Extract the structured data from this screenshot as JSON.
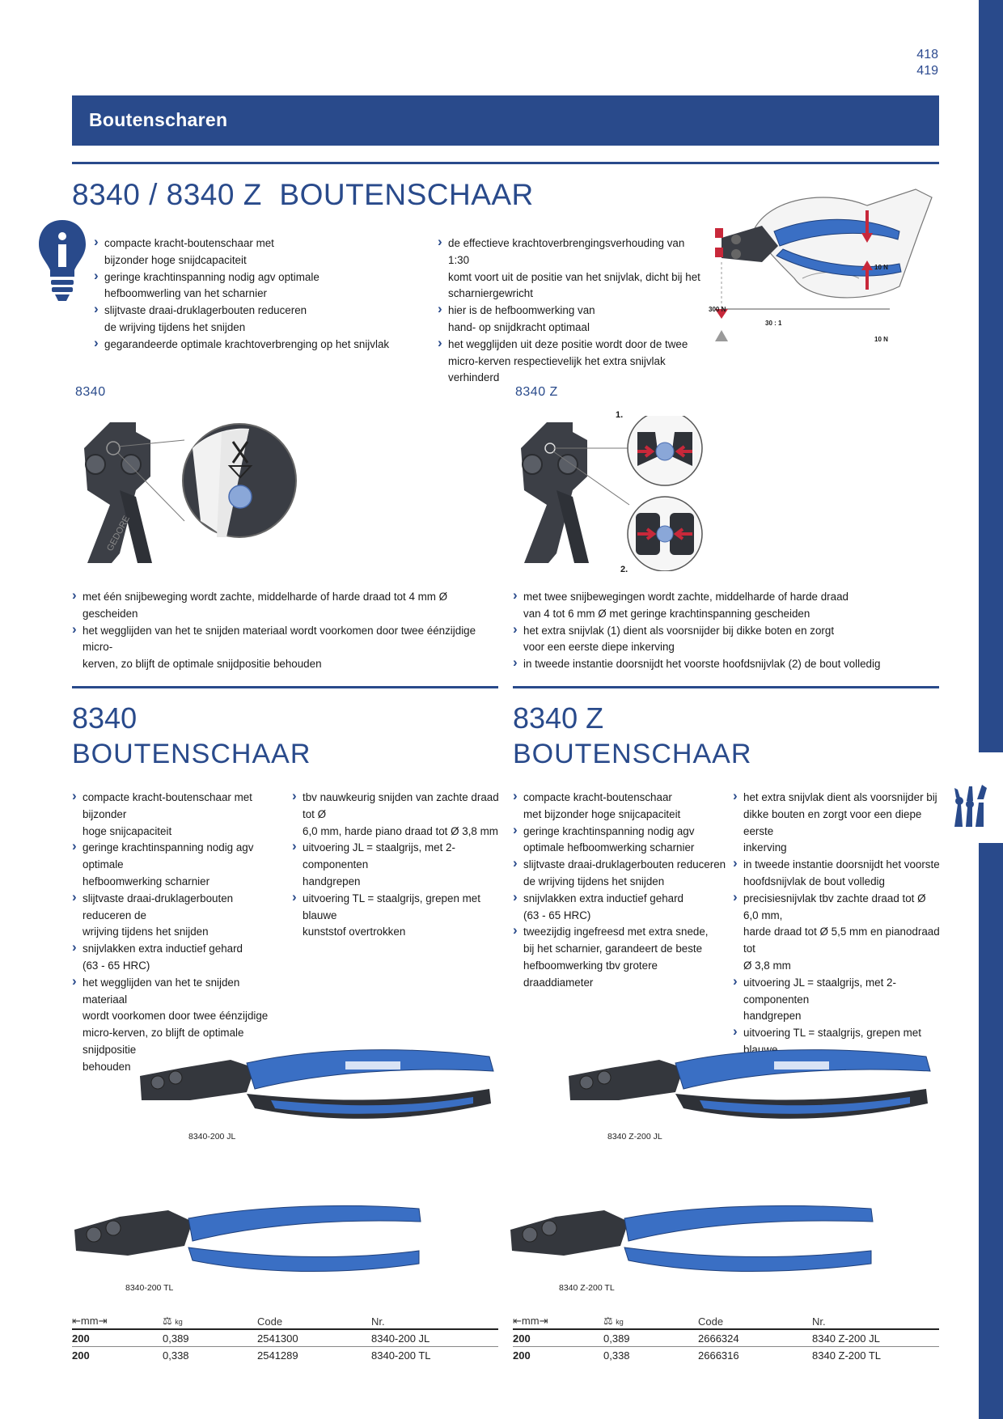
{
  "page_numbers": [
    "418",
    "419"
  ],
  "header": {
    "title": "Boutenscharen"
  },
  "main_title": "8340 / 8340 Z  BOUTENSCHAAR",
  "intro_left": [
    "compacte kracht-boutenschaar met\nbijzonder hoge snijdcapaciteit",
    "geringe krachtinspanning nodig agv optimale\nhefboomwerling van het scharnier",
    "slijtvaste draai-druklagerbouten reduceren\nde wrijving tijdens het snijden",
    "gegarandeerde optimale krachtoverbrenging op het snijvlak"
  ],
  "intro_right": [
    "de effectieve krachtoverbrengingsverhouding van 1:30\nkomt voort uit de positie van het snijvlak, dicht bij het\nscharniergewricht",
    "hier is de hefboomwerking van\nhand- op snijdkracht optimaal",
    "het wegglijden uit deze positie wordt door de twee\nmicro-kerven respectievelijk het extra snijvlak verhinderd"
  ],
  "force_diagram": {
    "force_top": "10 N",
    "force_cut": "300 N",
    "ratio": "30 : 1",
    "force_bottom": "10 N"
  },
  "detail_left": {
    "label": "8340",
    "brand_mark": "GEDORE",
    "bullets": [
      "met één snijbeweging wordt zachte, middelharde of harde draad tot 4 mm Ø gescheiden",
      "het wegglijden van het te snijden materiaal wordt voorkomen door twee éénzijdige micro-\nkerven, zo blijft de optimale snijdpositie behouden"
    ]
  },
  "detail_right": {
    "label": "8340 Z",
    "step1": "1.",
    "step2": "2.",
    "bullets": [
      "met twee snijbewegingen wordt zachte, middelharde of harde draad\nvan 4 tot 6 mm Ø met geringe krachtinspanning gescheiden",
      "het extra snijvlak (1) dient als voorsnijder bij dikke boten en zorgt\nvoor een eerste diepe inkerving",
      "in tweede instantie doorsnijdt het voorste hoofdsnijvlak (2) de bout volledig"
    ]
  },
  "product_left": {
    "number": "8340",
    "name": "BOUTENSCHAAR",
    "col1": [
      "compacte kracht-boutenschaar met bijzonder\nhoge snijcapaciteit",
      "geringe krachtinspanning nodig agv optimale\nhefboomwerking scharnier",
      "slijtvaste draai-druklagerbouten reduceren de\nwrijving tijdens het snijden",
      "snijvlakken extra inductief gehard\n(63 - 65 HRC)",
      "het wegglijden van het te snijden materiaal\nwordt voorkomen door twee éénzijdige\nmicro-kerven, zo blijft de optimale snijdpositie\nbehouden"
    ],
    "col2": [
      "tbv nauwkeurig snijden van zachte draad tot Ø\n6,0 mm, harde piano draad tot Ø 3,8 mm",
      "uitvoering JL = staalgrijs, met 2-componenten\nhandgrepen",
      "uitvoering TL = staalgrijs, grepen met blauwe\nkunststof overtrokken"
    ],
    "img1_caption": "8340-200 JL",
    "img2_caption": "8340-200 TL",
    "table": {
      "headers": [
        "mm",
        "kg",
        "Code",
        "Nr."
      ],
      "rows": [
        [
          "200",
          "0,389",
          "2541300",
          "8340-200 JL"
        ],
        [
          "200",
          "0,338",
          "2541289",
          "8340-200 TL"
        ]
      ]
    }
  },
  "product_right": {
    "number": "8340 Z",
    "name": "BOUTENSCHAAR",
    "col1": [
      "compacte kracht-boutenschaar\nmet bijzonder hoge snijcapaciteit",
      "geringe krachtinspanning nodig agv\noptimale hefboomwerking scharnier",
      "slijtvaste draai-druklagerbouten reduceren\nde wrijving tijdens het snijden",
      "snijvlakken extra inductief gehard\n(63 - 65 HRC)",
      "tweezijdig ingefreesd met extra snede,\nbij het scharnier, garandeert de beste\nhefboomwerking tbv grotere draaddiameter"
    ],
    "col2": [
      "het extra snijvlak dient als voorsnijder bij\ndikke bouten en zorgt voor een diepe eerste\ninkerving",
      "in tweede instantie doorsnijdt het voorste\nhoofdsnijvlak de bout volledig",
      "precisiesnijvlak tbv zachte draad tot Ø 6,0 mm,\nharde draad tot Ø 5,5 mm en pianodraad tot\nØ 3,8 mm",
      "uitvoering JL = staalgrijs, met 2-componenten\nhandgrepen",
      "uitvoering TL = staalgrijs, grepen met blauwe\nkunststof overtrokken"
    ],
    "img1_caption": "8340 Z-200 JL",
    "img2_caption": "8340 Z-200 TL",
    "table": {
      "headers": [
        "mm",
        "kg",
        "Code",
        "Nr."
      ],
      "rows": [
        [
          "200",
          "0,389",
          "2666324",
          "8340 Z-200 JL"
        ],
        [
          "200",
          "0,338",
          "2666316",
          "8340 Z-200 TL"
        ]
      ]
    }
  },
  "colors": {
    "brand_blue": "#294a8b",
    "handle_blue": "#3a6fc4",
    "arrow_red": "#c8283a"
  }
}
